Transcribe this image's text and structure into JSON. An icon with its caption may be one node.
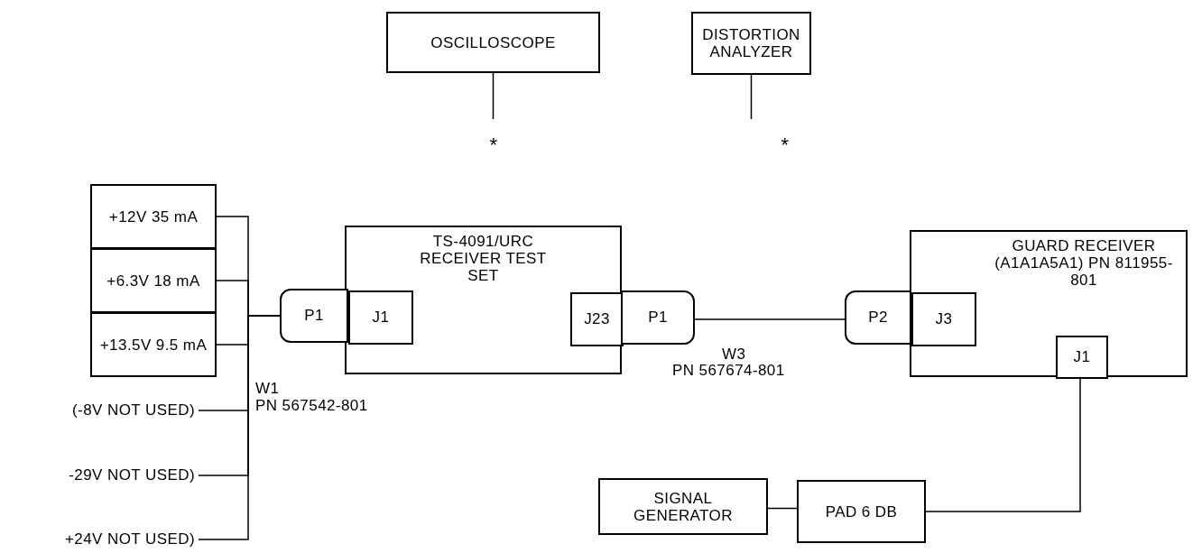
{
  "diagram": {
    "nodes": [
      {
        "text": [
          "OSCILLOSCOPE"
        ]
      },
      {
        "text": [
          "*"
        ]
      },
      {
        "text": [
          "DISTORTION ANALYZER"
        ]
      },
      {
        "text": [
          "*"
        ]
      },
      {
        "text": [
          "+12V 35 mA"
        ]
      },
      {
        "text": [
          "+6.3V 18 mA"
        ]
      },
      {
        "text": [
          "+13.5V 9.5 mA"
        ]
      },
      {
        "text": [
          "(-8V NOT USED)"
        ]
      },
      {
        "text": [
          "-29V NOT USED)"
        ]
      },
      {
        "text": [
          "+24V NOT USED)"
        ]
      },
      {
        "text": [
          "TS-4091/URC RECEIVER TEST SET"
        ]
      },
      {
        "text": [
          "P1"
        ]
      },
      {
        "text": [
          "J1"
        ],
        "in": 10
      },
      {
        "text": [
          "J23"
        ],
        "in": 10
      },
      {
        "text": [
          "P1"
        ]
      },
      {
        "text": [
          "GUARD RECEIVER (A1A1A5A1) PN 811955-801"
        ]
      },
      {
        "text": [
          "P2"
        ]
      },
      {
        "text": [
          "J3"
        ],
        "in": 15
      },
      {
        "text": [
          "J1"
        ],
        "in": 15
      },
      {
        "text": [
          "SIGNAL GENERATOR"
        ]
      },
      {
        "text": [
          "PAD 6 DB"
        ]
      }
    ],
    "edges": [
      {
        "from": 0,
        "to": 1,
        "arrow": "none"
      },
      {
        "from": 2,
        "to": 3,
        "arrow": "none"
      },
      {
        "from": 4,
        "to": 11,
        "arrow": "none"
      },
      {
        "from": 5,
        "to": 11,
        "arrow": "none"
      },
      {
        "from": 6,
        "to": 11,
        "arrow": "none"
      },
      {
        "from": 7,
        "to": 11,
        "arrow": "none"
      },
      {
        "from": 8,
        "to": 11,
        "arrow": "none"
      },
      {
        "from": 9,
        "to": 11,
        "arrow": "none"
      },
      {
        "from": 14,
        "to": 16,
        "arrow": "none"
      },
      {
        "from": 18,
        "to": 20,
        "arrow": "none"
      },
      {
        "from": 19,
        "to": 20,
        "arrow": "none"
      }
    ],
    "labels": [
      "W1",
      "PN 567542-801",
      "W3",
      "PN 567674-801"
    ]
  }
}
